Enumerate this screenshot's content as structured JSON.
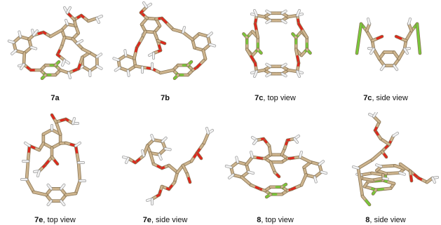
{
  "panels": [
    {
      "id": "7a",
      "compound": "7a",
      "view": ""
    },
    {
      "id": "7b",
      "compound": "7b",
      "view": ""
    },
    {
      "id": "7c-top",
      "compound": "7c",
      "view": ", top view"
    },
    {
      "id": "7c-side",
      "compound": "7c",
      "view": ", side view"
    },
    {
      "id": "7e-top",
      "compound": "7e",
      "view": ", top view"
    },
    {
      "id": "7e-side",
      "compound": "7e",
      "view": ", side view"
    },
    {
      "id": "8-top",
      "compound": "8",
      "view": ", top view"
    },
    {
      "id": "8-side",
      "compound": "8",
      "view": ", side view"
    }
  ],
  "colors": {
    "carbon": "#cdb48e",
    "carbon_dark": "#8a7655",
    "oxygen": "#e0261c",
    "fluorine": "#79c83a",
    "hydrogen": "#f2f2f2",
    "hydrogen_edge": "#9a9a9a",
    "label": "#111111"
  }
}
